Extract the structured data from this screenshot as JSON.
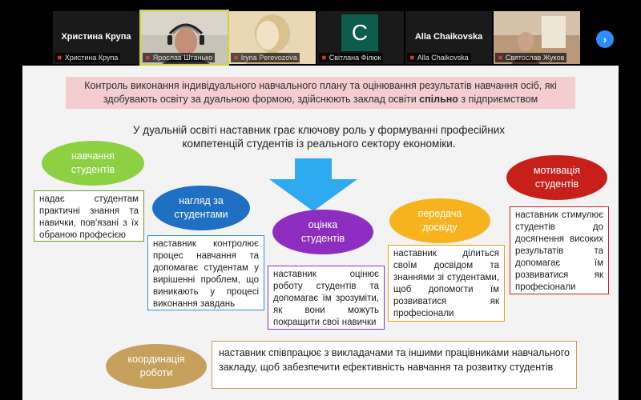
{
  "participants": [
    {
      "name": "Христина Крупа",
      "display": "Христина Крупа",
      "speaking": false
    },
    {
      "name": "Ярослав Штанько",
      "display": "",
      "speaking": true
    },
    {
      "name": "Iryna Perevozova",
      "display": "",
      "speaking": false
    },
    {
      "name": "Світлана Філюк",
      "display": "С",
      "speaking": false
    },
    {
      "name": "Alla Chaikovska",
      "display": "Alla Chaikovska",
      "speaking": false
    },
    {
      "name": "Святослав Жуков",
      "display": "",
      "speaking": false
    }
  ],
  "slide": {
    "header_before": "Контроль виконання індивідуального навчального плану та оцінювання результатів навчання осіб, які здобувають освіту за дуальною формою, здійснюють заклад освіти ",
    "header_bold": "спільно",
    "header_after": " з підприємством",
    "intro": "У дуальній освіті наставник грає ключову роль у формуванні професійних компетенцій студентів із реального сектору економіки.",
    "ovals": {
      "training": "навчання студентів",
      "supervision": "нагляд за студентами",
      "assessment": "оцінка студентів",
      "experience": "передача досвіду",
      "motivation": "мотивація студентів",
      "coordination": "координація роботи"
    },
    "boxes": {
      "training": "надає студентам практичні знання та навички, пов'язані з їх обраною професією",
      "supervision": "наставник контролює процес навчання та допомагає студентам у вирішенні проблем, що виникають у процесі виконання завдань",
      "assessment": "наставник оцінює роботу студентів та допомагає їм зрозуміти, як вони можуть покращити свої навички",
      "experience": "наставник ділиться своїм досвідом та знаннями зі студентами, щоб допомогти їм розвиватися як професіонали",
      "motivation": "наставник стимулює студентів до досягнення високих результатів та допомагає їм розвиватися як професіонали",
      "coordination": "наставник співпрацює з викладачами та іншими працівниками навчального закладу, щоб забезпечити ефективність навчання та розвитку студентів"
    }
  },
  "colors": {
    "training": "#8dd143",
    "supervision": "#1f6fc2",
    "assessment": "#8e2ec0",
    "experience": "#f7b31e",
    "motivation": "#c7201b",
    "coordination": "#c6a15e",
    "arrow": "#2eaaf0"
  }
}
